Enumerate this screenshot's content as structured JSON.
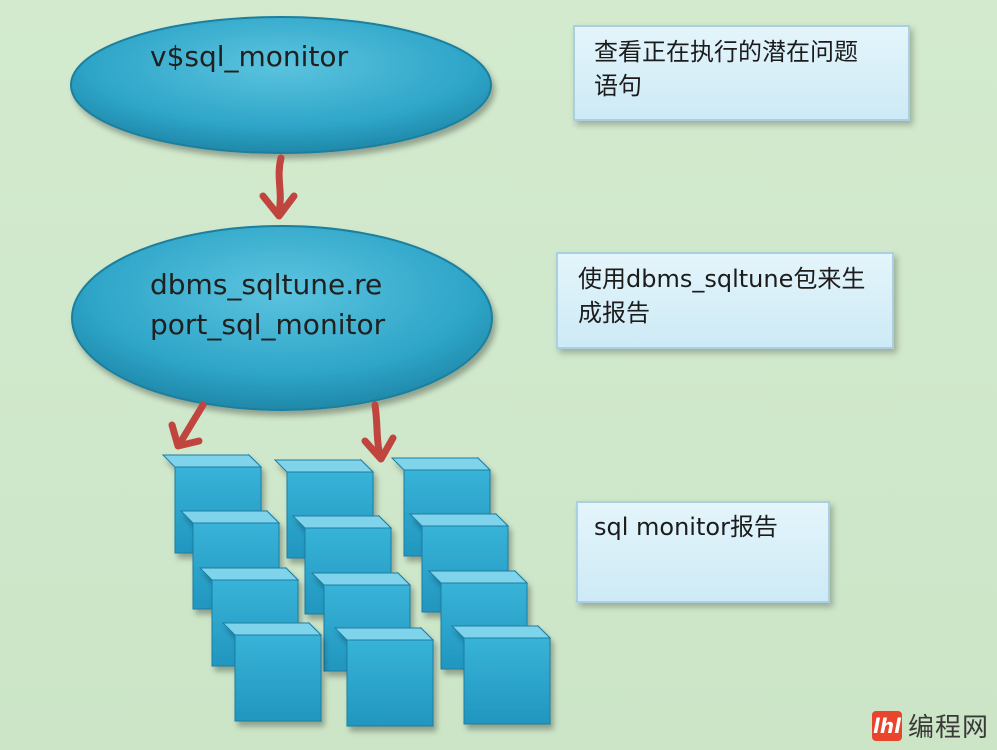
{
  "diagram": {
    "nodes": {
      "v_sql_monitor": {
        "label": "v$sql_monitor"
      },
      "report_proc": {
        "line1": "dbms_sqltune.re",
        "line2": "port_sql_monitor"
      }
    },
    "notes": {
      "note1": {
        "line1": "查看正在执行的潜在问题",
        "line2": "语句"
      },
      "note2": {
        "line1": "使用dbms_sqltune包来生",
        "line2": "成报告"
      },
      "note3": {
        "line1": "sql monitor报告"
      }
    }
  },
  "colors": {
    "ellipse_fill": "#2fa7c8",
    "cube_front": "#2ba6cc",
    "arrow": "#c0453f",
    "note_fill": "#dff2fa"
  },
  "watermark": {
    "logo_text": "lhl",
    "text": "编程网"
  }
}
